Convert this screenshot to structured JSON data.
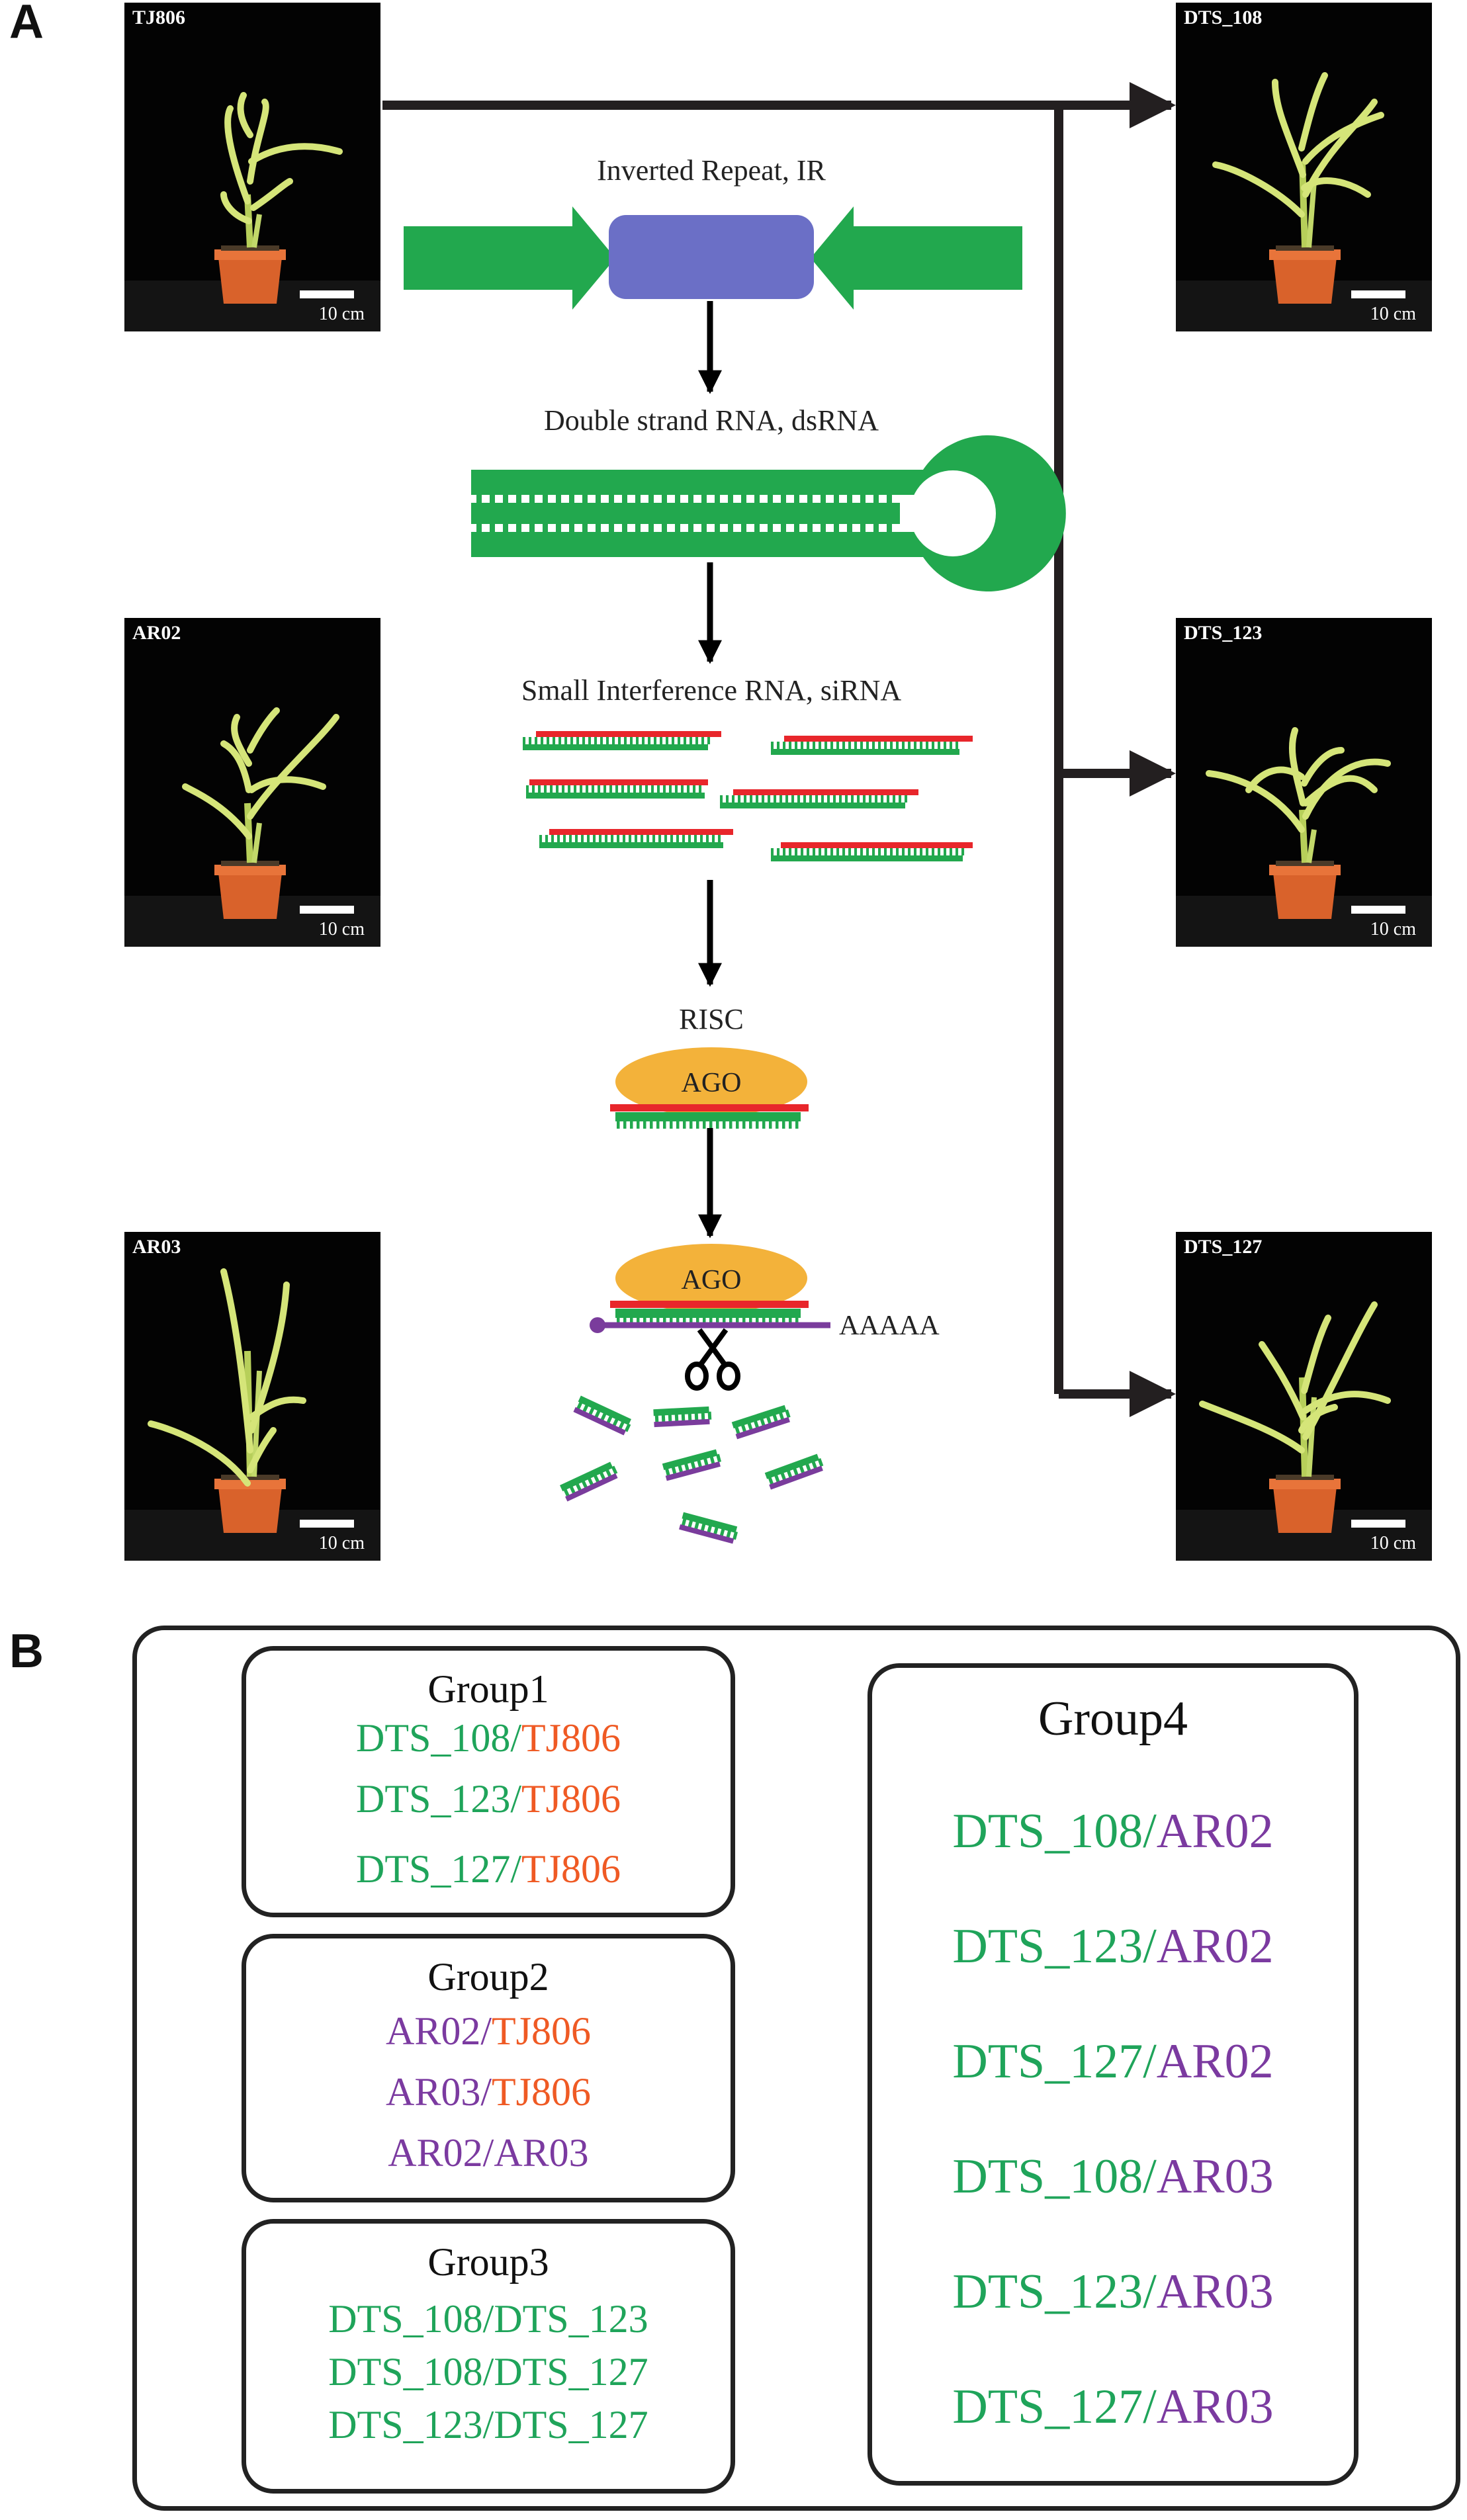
{
  "panel_a": {
    "letter": "A",
    "plants": [
      {
        "id": "tj806",
        "label": "TJ806",
        "scale": "10 cm"
      },
      {
        "id": "ar02",
        "label": "AR02",
        "scale": "10 cm"
      },
      {
        "id": "ar03",
        "label": "AR03",
        "scale": "10 cm"
      },
      {
        "id": "dts108",
        "label": "DTS_108",
        "scale": "10 cm"
      },
      {
        "id": "dts123",
        "label": "DTS_123",
        "scale": "10 cm"
      },
      {
        "id": "dts127",
        "label": "DTS_127",
        "scale": "10 cm"
      }
    ],
    "steps": {
      "ir": "Inverted Repeat, IR",
      "dsrna": "Double strand RNA, dsRNA",
      "sirna": "Small Interference RNA, siRNA",
      "risc": "RISC",
      "ago1": "AGO",
      "ago2": "AGO",
      "polya": "AAAAA"
    },
    "colors": {
      "green": "#22a84e",
      "red": "#e8262b",
      "purple": "#7a3c9c",
      "ago": "#f3b23a",
      "ir_box": "#6b6fc6"
    }
  },
  "panel_b": {
    "letter": "B",
    "colors": {
      "green": "#1fa45a",
      "orange": "#ef5a24",
      "purple": "#7b3aa0"
    },
    "groups": [
      {
        "title": "Group1",
        "pairs": [
          {
            "a": "DTS_108",
            "sep": "/",
            "b": "TJ806"
          },
          {
            "a": "DTS_123",
            "sep": "/",
            "b": "TJ806"
          },
          {
            "a": "DTS_127",
            "sep": "/",
            "b": "TJ806"
          }
        ]
      },
      {
        "title": "Group2",
        "pairs": [
          {
            "a": "AR02",
            "sep": "/",
            "b": "TJ806"
          },
          {
            "a": "AR03",
            "sep": "/",
            "b": "TJ806"
          },
          {
            "a": "AR02",
            "sep": "/",
            "b": "AR03"
          }
        ]
      },
      {
        "title": "Group3",
        "pairs": [
          {
            "a": "DTS_108",
            "sep": "/",
            "b": "DTS_123"
          },
          {
            "a": "DTS_108",
            "sep": "/",
            "b": "DTS_127"
          },
          {
            "a": "DTS_123",
            "sep": "/",
            "b": "DTS_127"
          }
        ]
      },
      {
        "title": "Group4",
        "pairs": [
          {
            "a": "DTS_108",
            "sep": "/",
            "b": "AR02"
          },
          {
            "a": "DTS_123",
            "sep": "/",
            "b": "AR02"
          },
          {
            "a": "DTS_127",
            "sep": "/",
            "b": "AR02"
          },
          {
            "a": "DTS_108",
            "sep": "/",
            "b": "AR03"
          },
          {
            "a": "DTS_123",
            "sep": "/",
            "b": "AR03"
          },
          {
            "a": "DTS_127",
            "sep": "/",
            "b": "AR03"
          }
        ]
      }
    ]
  }
}
